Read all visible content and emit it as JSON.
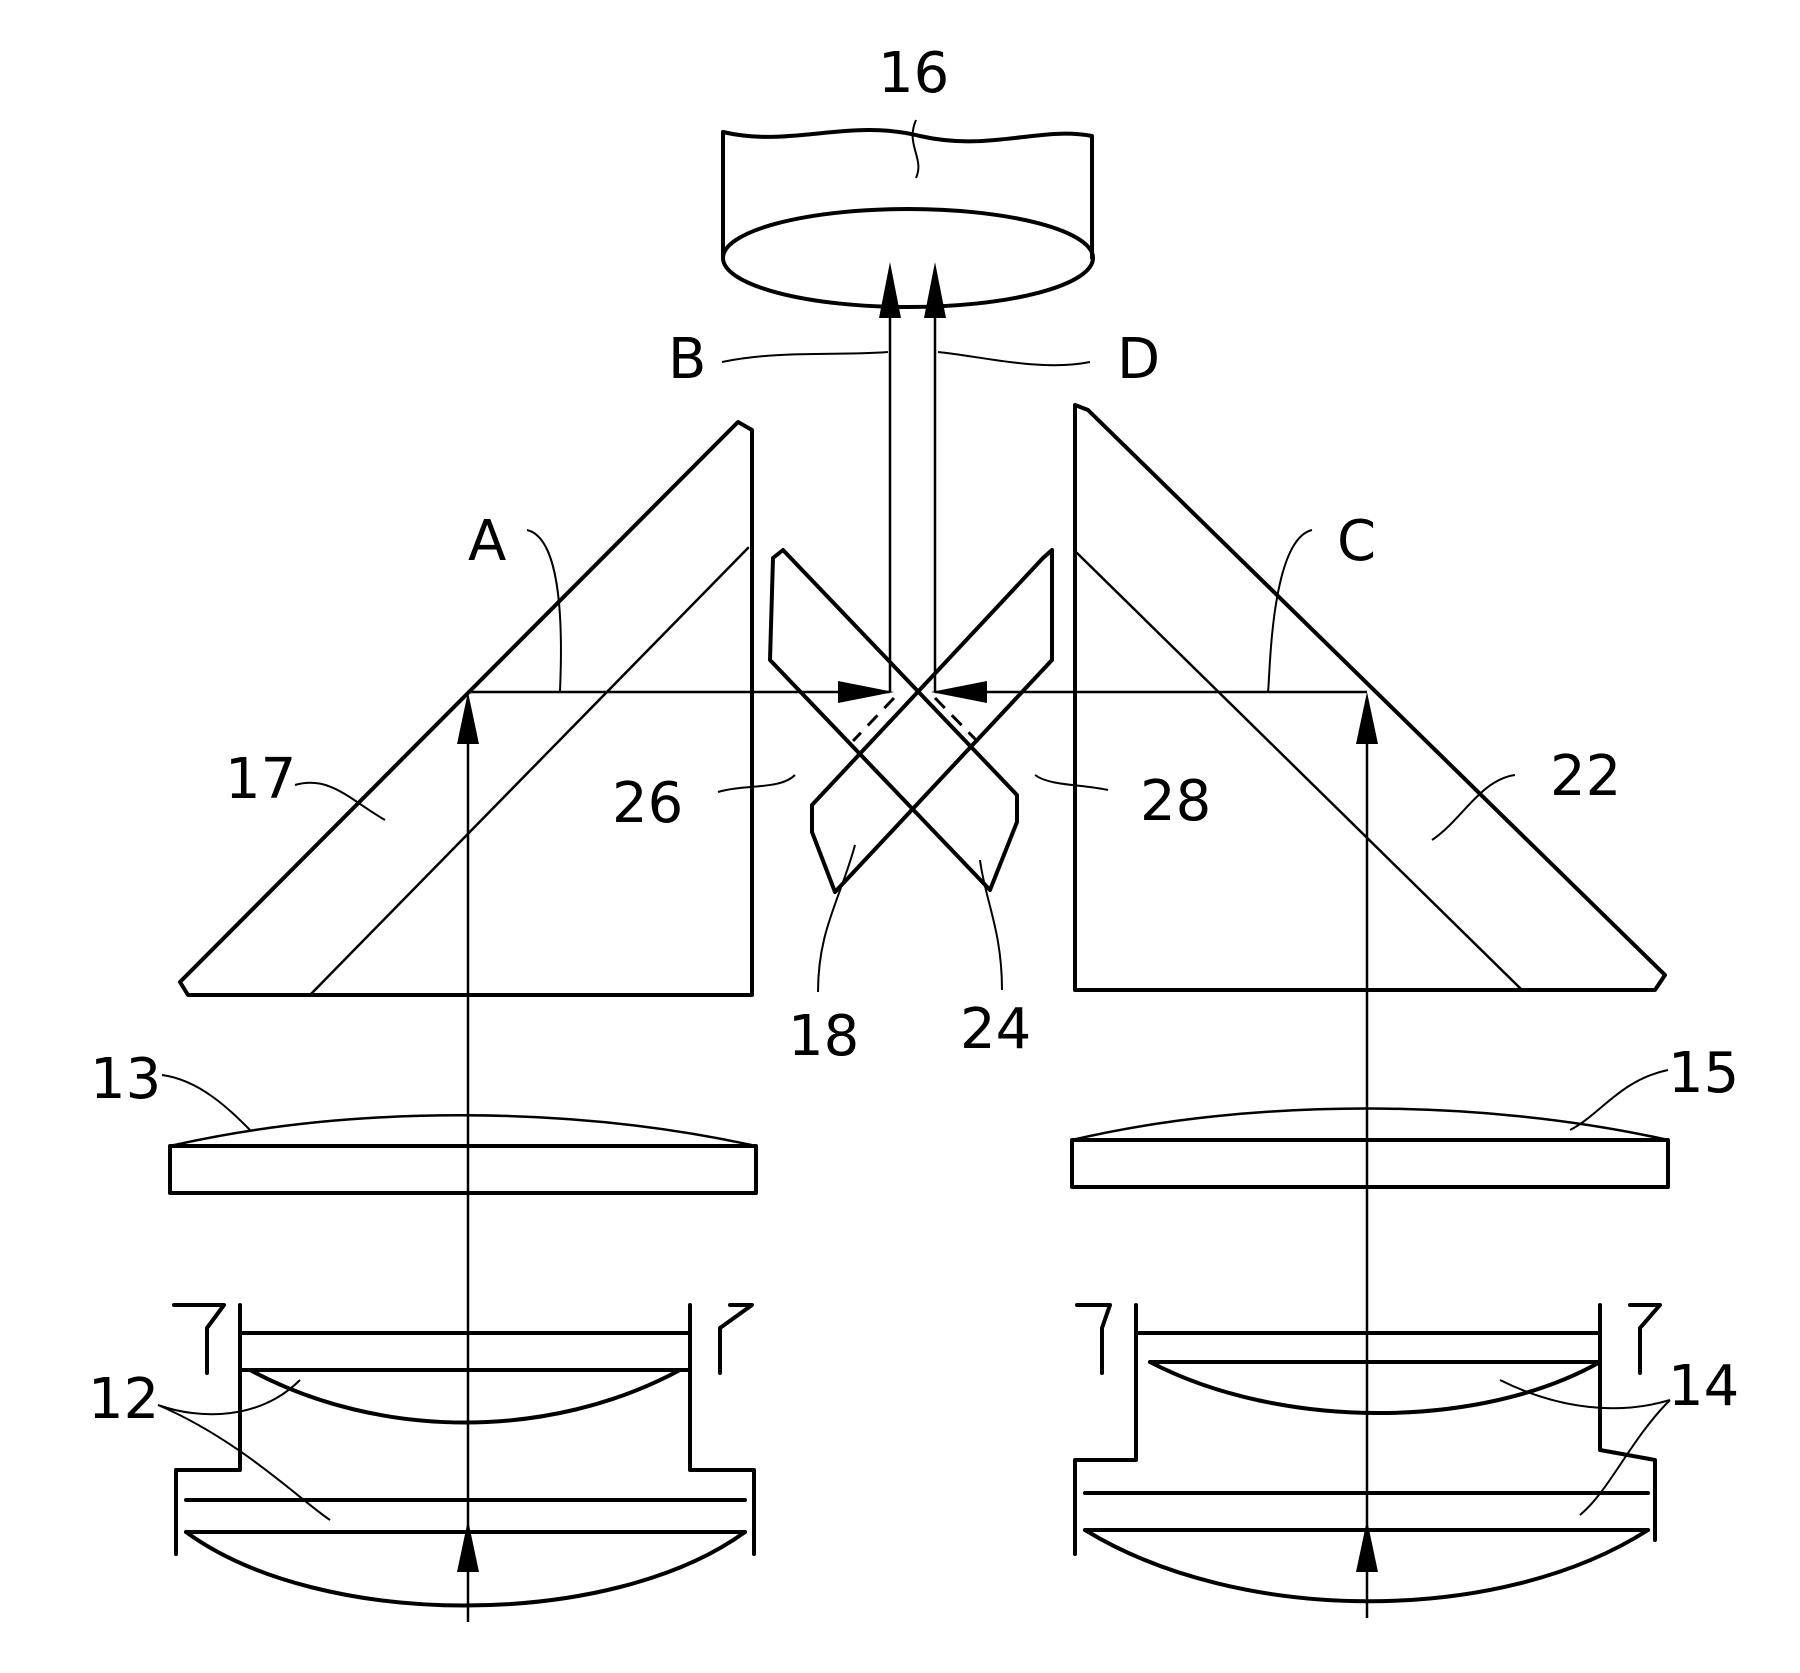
{
  "labels": {
    "detector": "16",
    "beam_a": "A",
    "beam_b": "B",
    "beam_c": "C",
    "beam_d": "D",
    "left_prism": "17",
    "right_prism": "22",
    "left_plate_26": "26",
    "right_plate_28": "28",
    "left_plate_18": "18",
    "right_plate_24": "24",
    "left_lens": "13",
    "right_lens": "15",
    "left_lens_group": "12",
    "right_lens_group": "14"
  }
}
